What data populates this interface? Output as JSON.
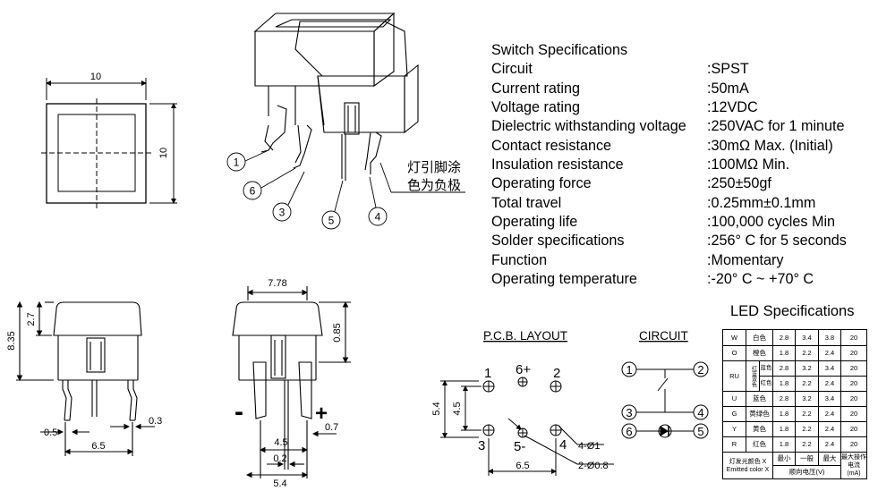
{
  "dims": {
    "top_w": "10",
    "top_h": "10",
    "front_h": "8.35",
    "front_cap": "2.7",
    "pin_gap": "0.5",
    "pitch": "6.5",
    "pin_w": "0.3",
    "side_w": "7.78",
    "side_h": "0.85",
    "minus": "-",
    "plus": "+",
    "d45": "4.5",
    "d07": "0.7",
    "d02": "0.2",
    "d54": "5.4"
  },
  "iso": {
    "pins": [
      "1",
      "6",
      "3",
      "5",
      "4"
    ],
    "note_line1": "灯引脚涂",
    "note_line2": "色为负极"
  },
  "specs": {
    "title": "Switch Specifications",
    "rows": [
      {
        "k": "Circuit",
        "v": ":SPST"
      },
      {
        "k": "Current rating",
        "v": ":50mA"
      },
      {
        "k": "Voltage rating",
        "v": ":12VDC"
      },
      {
        "k": "Dielectric withstanding voltage",
        "v": ":250VAC for 1 minute"
      },
      {
        "k": "Contact resistance",
        "v": ":30mΩ  Max. (Initial)"
      },
      {
        "k": "Insulation resistance",
        "v": ":100MΩ  Min."
      },
      {
        "k": "Operating force",
        "v": ":250±50gf"
      },
      {
        "k": "Total travel",
        "v": ":0.25mm±0.1mm"
      },
      {
        "k": "Operating life",
        "v": ":100,000 cycles Min"
      },
      {
        "k": "Solder specifications",
        "v": ":256° C for 5 seconds"
      },
      {
        "k": "Function",
        "v": ":Momentary"
      },
      {
        "k": "Operating temperature",
        "v": ":-20° C ~ +70° C"
      }
    ]
  },
  "pcb": {
    "title": "P.C.B. LAYOUT",
    "labels": [
      "1",
      "6+",
      "2",
      "3",
      "5-",
      "4"
    ],
    "d54": "5.4",
    "d45": "4.5",
    "d65": "6.5",
    "hole_a": "4-Ø1",
    "hole_b": "2-Ø0.8"
  },
  "circuit": {
    "title": "CIRCUIT",
    "nodes": [
      "1",
      "2",
      "3",
      "4",
      "6",
      "5"
    ]
  },
  "led": {
    "title": "LED Specifications",
    "rows": [
      [
        "W",
        "白色",
        "2.8",
        "3.4",
        "3.8",
        "20"
      ],
      [
        "O",
        "橙色",
        "1.8",
        "2.2",
        "2.4",
        "20"
      ],
      [
        "蓝色",
        "2.8",
        "3.2",
        "3.4",
        "20"
      ],
      [
        "红色",
        "1.8",
        "2.2",
        "2.4",
        "20"
      ],
      [
        "U",
        "蓝色",
        "2.8",
        "3.2",
        "3.4",
        "20"
      ],
      [
        "G",
        "黄绿色",
        "1.8",
        "2.2",
        "2.4",
        "20"
      ],
      [
        "Y",
        "黄色",
        "1.8",
        "2.2",
        "2.4",
        "20"
      ],
      [
        "R",
        "红色",
        "1.8",
        "2.2",
        "2.4",
        "20"
      ]
    ],
    "ru_code": "RU",
    "ru_side": "红蓝双色",
    "foot_color_cn": "灯发光颜色 X",
    "foot_color_en": "Emitted color X",
    "foot_min": "最小",
    "foot_typ": "一般",
    "foot_max": "最大",
    "foot_fv": "顺向电压(V)",
    "foot_max_cur": "最大操作电流(mA)"
  }
}
